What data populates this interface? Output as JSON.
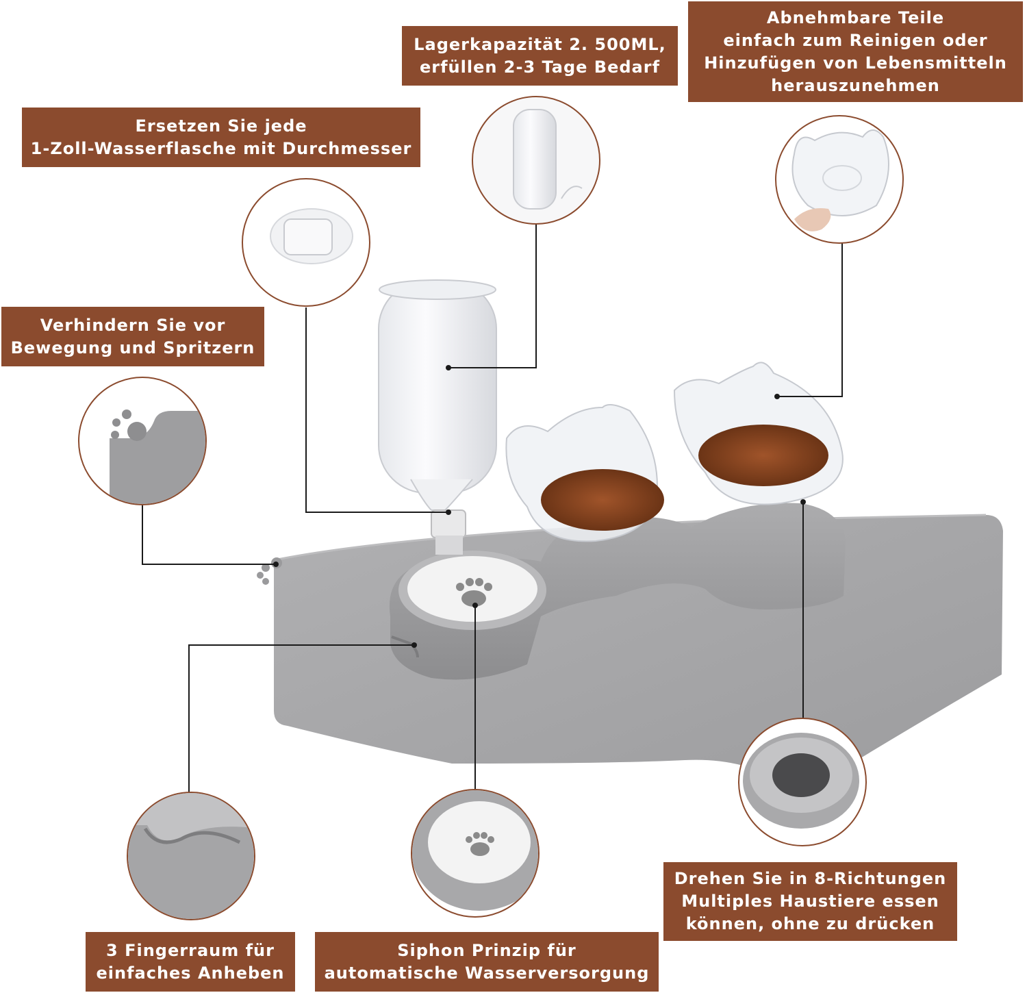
{
  "labels": {
    "capacity": [
      "Lagerkapazität 2. 500ML,",
      "erfüllen 2-3 Tage Bedarf"
    ],
    "removable": [
      "Abnehmbare Teile",
      "einfach zum Reinigen oder",
      "Hinzufügen von Lebensmitteln",
      "herauszunehmen"
    ],
    "replace_bottle": [
      "Ersetzen Sie jede",
      "1-Zoll-Wasserflasche mit Durchmesser"
    ],
    "prevent_movement": [
      "Verhindern Sie vor",
      "Bewegung und Spritzern"
    ],
    "rotate": [
      "Drehen Sie in 8-Richtungen",
      "Multiples Haustiere essen",
      "können, ohne zu drücken"
    ],
    "finger_space": [
      "3 Fingerraum für",
      "einfaches Anheben"
    ],
    "siphon": [
      "Siphon Prinzip für",
      "automatische Wasserversorgung"
    ]
  },
  "colors": {
    "label_bg": "#8b4b2e",
    "label_text": "#ffffff",
    "circle_border": "#8b4b2e",
    "tray_gray": "#9a9a9c",
    "mat_gray": "#a3a3a5",
    "kibble": "#7a3e1c"
  }
}
